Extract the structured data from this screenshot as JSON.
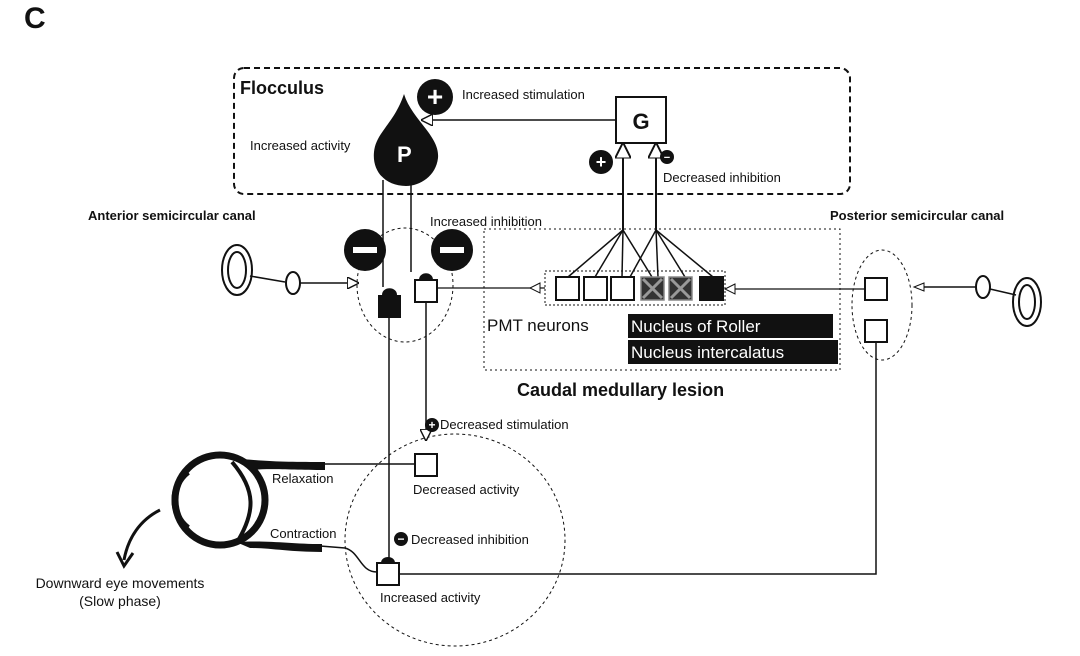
{
  "panel_label": "C",
  "regions": {
    "flocculus": "Flocculus",
    "anterior_canal": "Anterior semicircular canal",
    "posterior_canal": "Posterior semicircular canal",
    "lesion": "Caudal medullary lesion"
  },
  "cells": {
    "purkinje": "P",
    "golgi": "G"
  },
  "annotations": {
    "increased_stimulation": "Increased stimulation",
    "increased_activity_p": "Increased activity",
    "decreased_inhibition_top": "Decreased inhibition",
    "increased_inhibition": "Increased inhibition",
    "decreased_stimulation": "Decreased stimulation",
    "decreased_activity": "Decreased activity",
    "decreased_inhibition_bottom": "Decreased inhibition",
    "increased_activity_bottom": "Increased activity",
    "relaxation": "Relaxation",
    "contraction": "Contraction",
    "eye_movement_1": "Downward eye movements",
    "eye_movement_2": "(Slow phase)"
  },
  "nuclei": {
    "pmt": "PMT neurons",
    "roller": "Nucleus of Roller",
    "intercalatus": "Nucleus intercalatus"
  },
  "signs": {
    "plus": "+",
    "minus": "−"
  },
  "colors": {
    "ink": "#111111",
    "background": "#ffffff",
    "lesion_mark": "#888888"
  }
}
